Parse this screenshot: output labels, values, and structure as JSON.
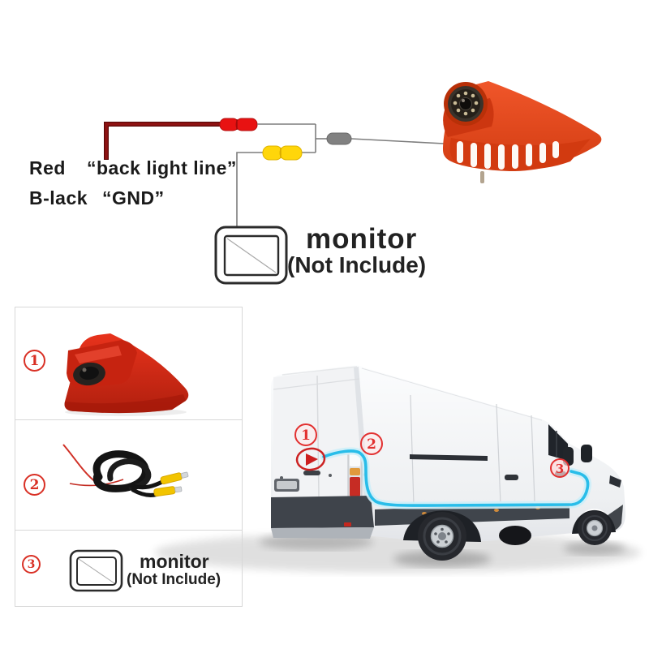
{
  "wiring_diagram": {
    "red_wire_label": "Red",
    "red_wire_function": "“back light line”",
    "black_wire_label": "B-lack",
    "black_wire_function": "“GND”",
    "monitor": {
      "label": "monitor",
      "note": "(Not Include)"
    }
  },
  "parts_list": {
    "items": [
      {
        "number": "1",
        "item": "brake-light-camera-photo"
      },
      {
        "number": "2",
        "item": "rca-video-power-cable-photo"
      },
      {
        "number": "3",
        "item": "monitor-icon",
        "label": "monitor",
        "note": "(Not Include)"
      }
    ]
  },
  "van_diagram": {
    "markers": [
      {
        "number": "1"
      },
      {
        "number": "2"
      },
      {
        "number": "3"
      }
    ]
  },
  "colors": {
    "accent_red": "#d93025",
    "cable_route_cyan": "#29bde9",
    "camera_orange": "#e8481d",
    "rca_yellow": "#ffd60a",
    "power_wire_dark_red": "#7a0c0c"
  }
}
